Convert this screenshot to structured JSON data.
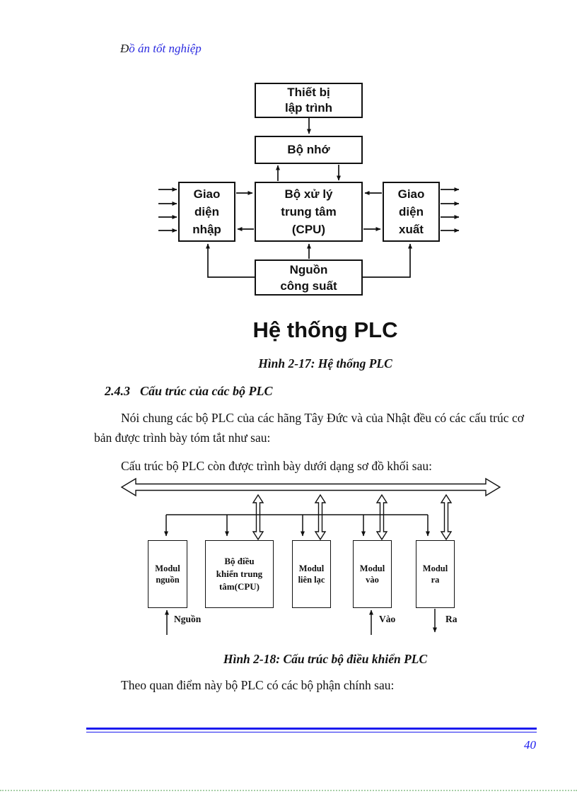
{
  "header": {
    "initial": "Đ",
    "rest": "ồ án tốt nghiệp"
  },
  "diagram1": {
    "title": "Hệ thống PLC",
    "caption": "Hình 2-17: Hệ thống PLC",
    "boxes": {
      "programmer": "Thiết bị\nlập trình",
      "memory": "Bộ nhớ",
      "input_interface": "Giao\ndiện\nnhập",
      "cpu": "Bộ xử lý\ntrung tâm\n(CPU)",
      "output_interface": "Giao\ndiện\nxuất",
      "power": "Nguồn\ncông suất"
    }
  },
  "section": {
    "heading_number": "2.4.3",
    "heading_title": "Cấu trúc của các bộ PLC",
    "para1": "Nói chung các bộ PLC của các hãng Tây Đức và của Nhật đều có các cấu trúc cơ bản được trình bày tóm tắt như sau:",
    "para2": "Cấu trúc bộ PLC còn được trình bày dưới dạng sơ đồ khối sau:",
    "para3": "Theo quan điểm này bộ PLC có các bộ phận chính sau:"
  },
  "diagram2": {
    "caption": "Hình 2-18: Cấu trúc bộ điều khiển PLC",
    "boxes": {
      "module_power": "Modul\nnguồn",
      "cpu_control": "Bộ điều\nkhiển trung\ntâm(CPU)",
      "module_comm": "Modul\nliên lạc",
      "module_in": "Modul\nvào",
      "module_out": "Modul\nra"
    },
    "labels": {
      "power": "Nguồn",
      "input": "Vào",
      "output": "Ra"
    }
  },
  "footer": {
    "page_number": "40"
  },
  "colors": {
    "accent_blue": "#1b1bef",
    "dotted_green": "#a8cfa8"
  }
}
